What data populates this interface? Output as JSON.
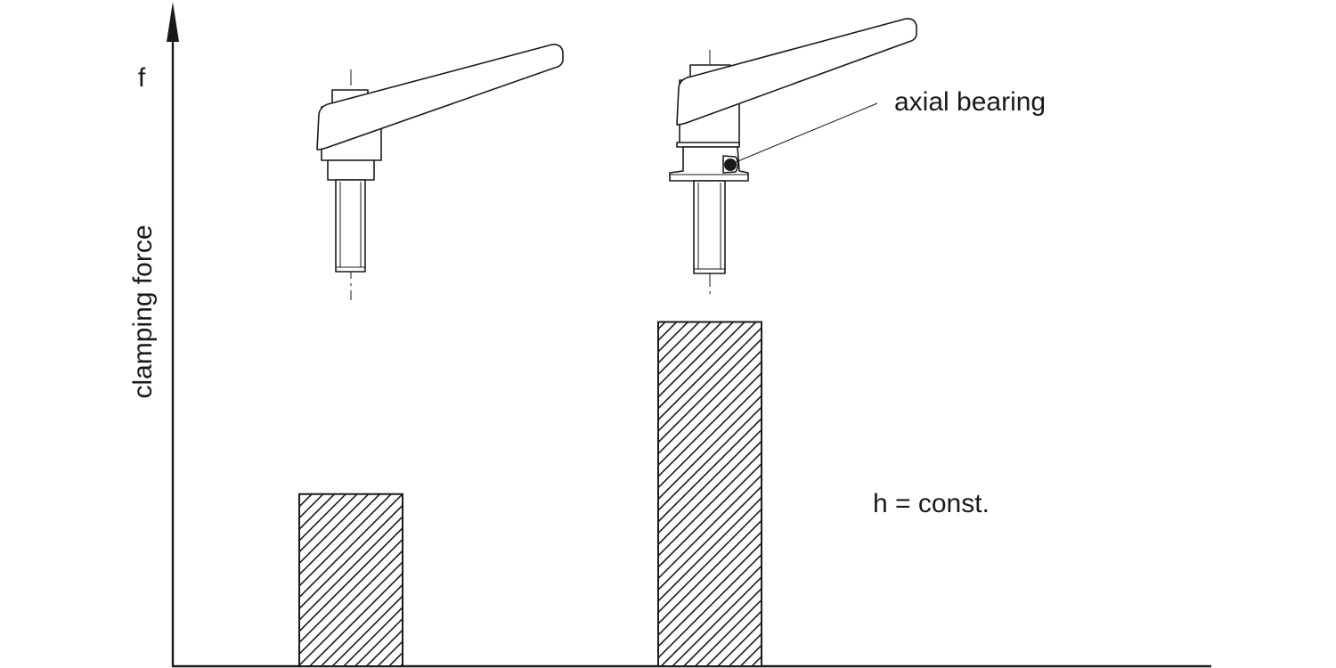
{
  "chart_data": {
    "type": "bar",
    "title": "",
    "xlabel": "",
    "ylabel": "clamping force",
    "y_axis_symbol": "f",
    "annotation": "h = const.",
    "callout_label": "axial bearing",
    "categories": [
      "",
      ""
    ],
    "values": [
      1.0,
      2.0
    ],
    "ylim": [
      0,
      3.86
    ],
    "grid": false,
    "legend": "none",
    "bar_pattern": "diagonal-hatch",
    "colors": {
      "ink": "#1a1a1a",
      "background": "#ffffff"
    }
  }
}
